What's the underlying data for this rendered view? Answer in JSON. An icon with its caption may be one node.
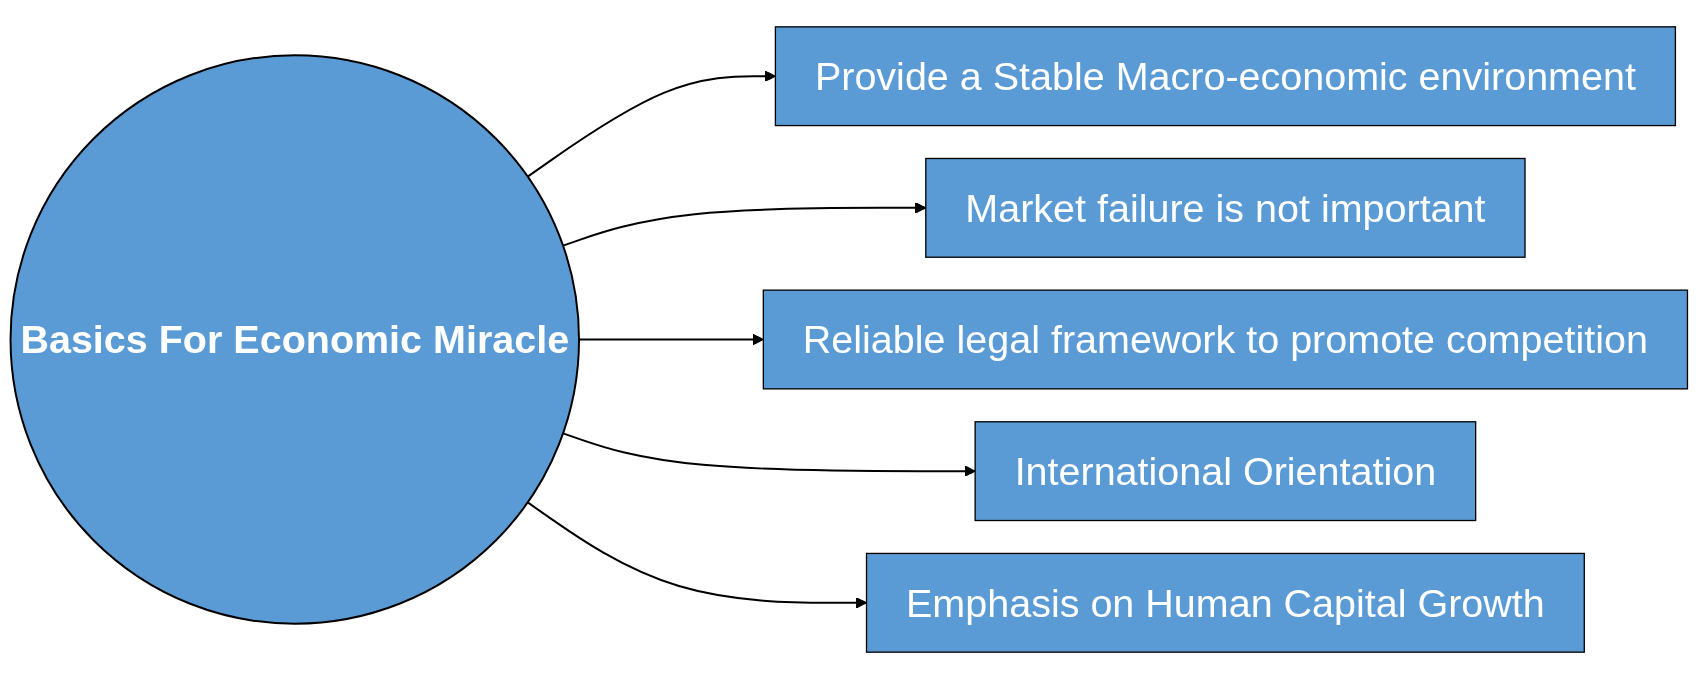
{
  "diagram": {
    "nodes": [
      {
        "text": [
          "Basics For Economic Miracle"
        ]
      },
      {
        "text": [
          "Provide a Stable Macro-economic environment"
        ]
      },
      {
        "text": [
          "Market failure is not important"
        ]
      },
      {
        "text": [
          "Reliable legal framework to promote competition"
        ]
      },
      {
        "text": [
          "International Orientation"
        ]
      },
      {
        "text": [
          "Emphasis on Human Capital Growth"
        ]
      }
    ],
    "edges": [
      {
        "from": 0,
        "to": 1,
        "arrow": "to"
      },
      {
        "from": 0,
        "to": 2,
        "arrow": "to"
      },
      {
        "from": 0,
        "to": 3,
        "arrow": "to"
      },
      {
        "from": 0,
        "to": 4,
        "arrow": "to"
      },
      {
        "from": 0,
        "to": 5,
        "arrow": "to"
      }
    ]
  }
}
